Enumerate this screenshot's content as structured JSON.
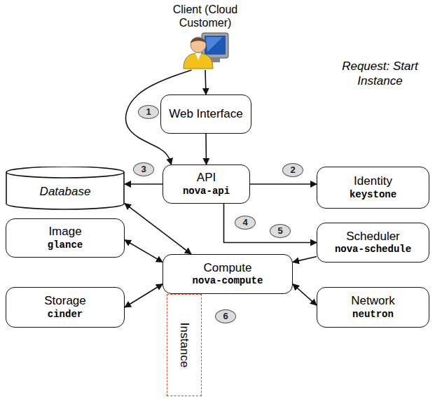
{
  "diagram": {
    "nodes": [
      {
        "text": [
          "Client (Cloud Customer)"
        ]
      },
      {
        "text": [
          "Web Interface"
        ]
      },
      {
        "text": [
          "Database"
        ]
      },
      {
        "text": [
          "API",
          "nova-api"
        ]
      },
      {
        "text": [
          "Identity",
          "keystone"
        ]
      },
      {
        "text": [
          "Image",
          "glance"
        ]
      },
      {
        "text": [
          "Scheduler",
          "nova-schedule"
        ]
      },
      {
        "text": [
          "Compute",
          "nova-compute"
        ]
      },
      {
        "text": [
          "Storage",
          "cinder"
        ]
      },
      {
        "text": [
          "Network",
          "neutron"
        ]
      },
      {
        "text": [
          "Instance"
        ]
      }
    ],
    "edges": [
      {
        "from": 0,
        "to": 1,
        "arrow": "to"
      },
      {
        "from": 0,
        "to": 3,
        "arrow": "to"
      },
      {
        "from": 1,
        "to": 3,
        "arrow": "to"
      },
      {
        "from": 3,
        "to": 2,
        "arrow": "to"
      },
      {
        "from": 3,
        "to": 4,
        "arrow": "to"
      },
      {
        "from": 3,
        "to": 6,
        "arrow": "to"
      },
      {
        "from": 6,
        "to": 7,
        "arrow": "to"
      },
      {
        "from": 2,
        "to": 7,
        "arrow": "both"
      },
      {
        "from": 5,
        "to": 7,
        "arrow": "both"
      },
      {
        "from": 8,
        "to": 7,
        "arrow": "both"
      },
      {
        "from": 7,
        "to": 9,
        "arrow": "both"
      }
    ],
    "labels": [
      "Request: Start Instance",
      "1",
      "2",
      "3",
      "4",
      "5",
      "6"
    ]
  }
}
